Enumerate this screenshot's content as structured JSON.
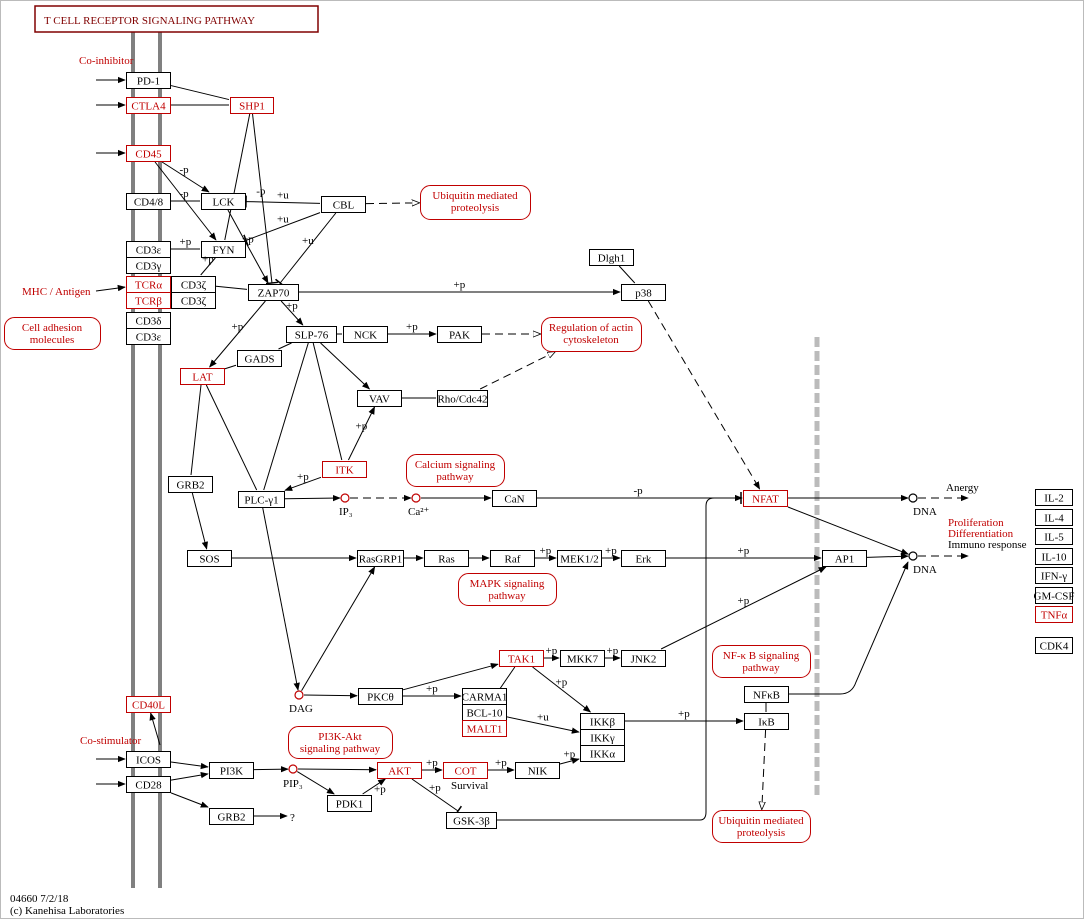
{
  "title": "T CELL RECEPTOR SIGNALING PATHWAY",
  "footer": {
    "id_date": "04660 7/2/18",
    "copyright": "(c) Kanehisa Laboratories"
  },
  "colors": {
    "highlight": "#c00000",
    "normal": "#000000",
    "membrane": "#808080"
  },
  "labels": {
    "co_inhibitor": "Co-inhibitor",
    "co_stimulator": "Co-stimulator",
    "mhc_antigen": "MHC / Antigen",
    "anergy": "Anergy",
    "proliferation": "Proliferation",
    "differentiation": "Differentiation",
    "immuno_response": "Immuno response",
    "survival": "Survival",
    "unknown": "?"
  },
  "nodes": [
    {
      "id": "pd1",
      "label": "PD-1",
      "highlighted": false
    },
    {
      "id": "ctla4",
      "label": "CTLA4",
      "highlighted": true
    },
    {
      "id": "shp1",
      "label": "SHP1",
      "highlighted": true
    },
    {
      "id": "cd45",
      "label": "CD45",
      "highlighted": true
    },
    {
      "id": "cd48",
      "label": "CD4/8",
      "highlighted": false
    },
    {
      "id": "lck",
      "label": "LCK",
      "highlighted": false
    },
    {
      "id": "cbl",
      "label": "CBL",
      "highlighted": false
    },
    {
      "id": "cd3e",
      "label": "CD3ε",
      "highlighted": false
    },
    {
      "id": "cd3g",
      "label": "CD3γ",
      "highlighted": false
    },
    {
      "id": "fyn",
      "label": "FYN",
      "highlighted": false
    },
    {
      "id": "tcra",
      "label": "TCRα",
      "highlighted": true
    },
    {
      "id": "tcrb",
      "label": "TCRβ",
      "highlighted": true
    },
    {
      "id": "cd3z1",
      "label": "CD3ζ",
      "highlighted": false
    },
    {
      "id": "cd3z2",
      "label": "CD3ζ",
      "highlighted": false
    },
    {
      "id": "zap70",
      "label": "ZAP70",
      "highlighted": false
    },
    {
      "id": "cd3d",
      "label": "CD3δ",
      "highlighted": false
    },
    {
      "id": "cd3e2",
      "label": "CD3ε",
      "highlighted": false
    },
    {
      "id": "dlgh1",
      "label": "Dlgh1",
      "highlighted": false
    },
    {
      "id": "p38",
      "label": "p38",
      "highlighted": false
    },
    {
      "id": "slp76",
      "label": "SLP-76",
      "highlighted": false
    },
    {
      "id": "nck",
      "label": "NCK",
      "highlighted": false
    },
    {
      "id": "pak",
      "label": "PAK",
      "highlighted": false
    },
    {
      "id": "gads",
      "label": "GADS",
      "highlighted": false
    },
    {
      "id": "lat",
      "label": "LAT",
      "highlighted": true
    },
    {
      "id": "vav",
      "label": "VAV",
      "highlighted": false
    },
    {
      "id": "rho",
      "label": "Rho/Cdc42",
      "highlighted": false
    },
    {
      "id": "itk",
      "label": "ITK",
      "highlighted": true
    },
    {
      "id": "grb2",
      "label": "GRB2",
      "highlighted": false
    },
    {
      "id": "plc",
      "label": "PLC-γ1",
      "highlighted": false
    },
    {
      "id": "can",
      "label": "CaN",
      "highlighted": false
    },
    {
      "id": "nfat",
      "label": "NFAT",
      "highlighted": true
    },
    {
      "id": "sos",
      "label": "SOS",
      "highlighted": false
    },
    {
      "id": "rasgrp1",
      "label": "RasGRP1",
      "highlighted": false
    },
    {
      "id": "ras",
      "label": "Ras",
      "highlighted": false
    },
    {
      "id": "raf",
      "label": "Raf",
      "highlighted": false
    },
    {
      "id": "mek",
      "label": "MEK1/2",
      "highlighted": false
    },
    {
      "id": "erk",
      "label": "Erk",
      "highlighted": false
    },
    {
      "id": "ap1",
      "label": "AP1",
      "highlighted": false
    },
    {
      "id": "tak1",
      "label": "TAK1",
      "highlighted": true
    },
    {
      "id": "mkk7",
      "label": "MKK7",
      "highlighted": false
    },
    {
      "id": "jnk2",
      "label": "JNK2",
      "highlighted": false
    },
    {
      "id": "nfkb",
      "label": "NFκB",
      "highlighted": false
    },
    {
      "id": "ikb",
      "label": "IκB",
      "highlighted": false
    },
    {
      "id": "pkct",
      "label": "PKCθ",
      "highlighted": false
    },
    {
      "id": "carma1",
      "label": "CARMA1",
      "highlighted": false
    },
    {
      "id": "bcl10",
      "label": "BCL-10",
      "highlighted": false
    },
    {
      "id": "malt1",
      "label": "MALT1",
      "highlighted": true
    },
    {
      "id": "ikkb",
      "label": "IKKβ",
      "highlighted": false
    },
    {
      "id": "ikkg",
      "label": "IKKγ",
      "highlighted": false
    },
    {
      "id": "ikka",
      "label": "IKKα",
      "highlighted": false
    },
    {
      "id": "cd40l",
      "label": "CD40L",
      "highlighted": true
    },
    {
      "id": "icos",
      "label": "ICOS",
      "highlighted": false
    },
    {
      "id": "cd28",
      "label": "CD28",
      "highlighted": false
    },
    {
      "id": "pi3k",
      "label": "PI3K",
      "highlighted": false
    },
    {
      "id": "akt",
      "label": "AKT",
      "highlighted": true
    },
    {
      "id": "cot",
      "label": "COT",
      "highlighted": true
    },
    {
      "id": "nik",
      "label": "NIK",
      "highlighted": false
    },
    {
      "id": "pdk1",
      "label": "PDK1",
      "highlighted": false
    },
    {
      "id": "grb2b",
      "label": "GRB2",
      "highlighted": false
    },
    {
      "id": "gsk3b",
      "label": "GSK-3β",
      "highlighted": false
    },
    {
      "id": "il2",
      "label": "IL-2",
      "highlighted": false
    },
    {
      "id": "il4",
      "label": "IL-4",
      "highlighted": false
    },
    {
      "id": "il5",
      "label": "IL-5",
      "highlighted": false
    },
    {
      "id": "il10",
      "label": "IL-10",
      "highlighted": false
    },
    {
      "id": "ifng",
      "label": "IFN-γ",
      "highlighted": false
    },
    {
      "id": "gmcsf",
      "label": "GM-CSF",
      "highlighted": false
    },
    {
      "id": "tnfa",
      "label": "TNFα",
      "highlighted": true
    },
    {
      "id": "cdk4",
      "label": "CDK4",
      "highlighted": false
    }
  ],
  "compounds": [
    {
      "id": "ip3",
      "label": "IP₃"
    },
    {
      "id": "ca",
      "label": "Ca²⁺"
    },
    {
      "id": "dag",
      "label": "DAG"
    },
    {
      "id": "pip3",
      "label": "PIP₃"
    },
    {
      "id": "dna1",
      "label": "DNA"
    },
    {
      "id": "dna2",
      "label": "DNA"
    }
  ],
  "maps": [
    {
      "id": "ubiq1",
      "lines": [
        "Ubiquitin mediated",
        "proteolysis"
      ]
    },
    {
      "id": "actin",
      "lines": [
        "Regulation of actin",
        "cytoskeleton"
      ]
    },
    {
      "id": "calcium",
      "lines": [
        "Calcium signaling",
        "pathway"
      ]
    },
    {
      "id": "mapk",
      "lines": [
        "MAPK signaling",
        "pathway"
      ]
    },
    {
      "id": "nfkbmap",
      "lines": [
        "NF-κ B signaling",
        "pathway"
      ]
    },
    {
      "id": "pi3kmap",
      "lines": [
        "PI3K-Akt",
        "signaling pathway"
      ]
    },
    {
      "id": "ubiq2",
      "lines": [
        "Ubiquitin mediated",
        "proteolysis"
      ]
    },
    {
      "id": "cam",
      "lines": [
        "Cell adhesion",
        "molecules"
      ]
    }
  ],
  "edges": [
    {
      "from": "in_pd1",
      "to": "pd1",
      "type": "arrow",
      "label": ""
    },
    {
      "from": "in_ctla4",
      "to": "ctla4",
      "type": "arrow",
      "label": ""
    },
    {
      "from": "in_cd45",
      "to": "cd45",
      "type": "arrow",
      "label": ""
    },
    {
      "from": "in_mhc",
      "to": "tcra",
      "type": "arrow",
      "label": ""
    },
    {
      "from": "in_icos",
      "to": "icos",
      "type": "arrow",
      "label": ""
    },
    {
      "from": "in_cd28",
      "to": "cd28",
      "type": "arrow",
      "label": ""
    },
    {
      "from": "pd1",
      "to": "shp1",
      "type": "line",
      "label": ""
    },
    {
      "from": "ctla4",
      "to": "shp1",
      "type": "line",
      "label": ""
    },
    {
      "from": "shp1",
      "to": "fyn",
      "type": "line",
      "label": ""
    },
    {
      "from": "shp1",
      "to": "zap70",
      "type": "inhibit",
      "label": "-p"
    },
    {
      "from": "cd45",
      "to": "lck",
      "type": "arrow",
      "label": "-p"
    },
    {
      "from": "cd45",
      "to": "fyn",
      "type": "arrow",
      "label": "-p"
    },
    {
      "from": "cd48",
      "to": "lck",
      "type": "line",
      "label": ""
    },
    {
      "from": "cbl",
      "to": "lck",
      "type": "inhibit",
      "label": "+u"
    },
    {
      "from": "cbl",
      "to": "fyn",
      "type": "inhibit",
      "label": "+u"
    },
    {
      "from": "cbl",
      "to": "zap70",
      "type": "inhibit",
      "label": "+u"
    },
    {
      "from": "cbl",
      "to": "ubiq1",
      "type": "dashed",
      "label": ""
    },
    {
      "from": "lck",
      "to": "zap70",
      "type": "arrow",
      "label": "+p"
    },
    {
      "from": "cd3e",
      "to": "fyn",
      "type": "line",
      "label": "+p"
    },
    {
      "from": "fyn",
      "to": "cd3z1",
      "type": "line",
      "label": "+p"
    },
    {
      "from": "cd3z1",
      "to": "zap70",
      "type": "line",
      "label": ""
    },
    {
      "from": "zap70",
      "to": "p38",
      "type": "arrow",
      "label": "+p"
    },
    {
      "from": "zap70",
      "to": "slp76",
      "type": "arrow",
      "label": "+p"
    },
    {
      "from": "zap70",
      "to": "lat",
      "type": "arrow",
      "label": "+p"
    },
    {
      "from": "dlgh1",
      "to": "p38",
      "type": "line",
      "label": ""
    },
    {
      "from": "p38",
      "to": "nfat",
      "type": "dashedfill",
      "label": ""
    },
    {
      "from": "slp76",
      "to": "nck",
      "type": "line",
      "label": ""
    },
    {
      "from": "nck",
      "to": "pak",
      "type": "arrow",
      "label": "+p"
    },
    {
      "from": "pak",
      "to": "actin",
      "type": "dashed",
      "label": ""
    },
    {
      "from": "slp76",
      "to": "gads",
      "type": "line",
      "label": ""
    },
    {
      "from": "gads",
      "to": "lat",
      "type": "line",
      "label": ""
    },
    {
      "from": "slp76",
      "to": "vav",
      "type": "arrow",
      "label": ""
    },
    {
      "from": "vav",
      "to": "rho",
      "type": "line",
      "label": ""
    },
    {
      "from": "rho",
      "to": "actin",
      "type": "dashed",
      "label": ""
    },
    {
      "from": "itk",
      "to": "vav",
      "type": "arrow",
      "label": "+p"
    },
    {
      "from": "slp76",
      "to": "itk",
      "type": "line",
      "label": ""
    },
    {
      "from": "itk",
      "to": "plc",
      "type": "arrow",
      "label": "+p"
    },
    {
      "from": "slp76",
      "to": "plc",
      "type": "line",
      "label": ""
    },
    {
      "from": "lat",
      "to": "plc",
      "type": "line",
      "label": ""
    },
    {
      "from": "lat",
      "to": "grb2",
      "type": "line",
      "label": ""
    },
    {
      "from": "grb2",
      "to": "sos",
      "type": "arrow",
      "label": ""
    },
    {
      "from": "plc",
      "to": "ip3",
      "type": "arrow",
      "label": ""
    },
    {
      "from": "ip3",
      "to": "ca",
      "type": "dashedfill",
      "label": ""
    },
    {
      "from": "ca",
      "to": "can",
      "type": "arrow",
      "label": ""
    },
    {
      "from": "can",
      "to": "nfat",
      "type": "arrow",
      "label": "-p"
    },
    {
      "from": "plc",
      "to": "dag",
      "type": "arrow",
      "label": ""
    },
    {
      "from": "dag",
      "to": "rasgrp1",
      "type": "arrow",
      "label": ""
    },
    {
      "from": "sos",
      "to": "rasgrp1",
      "type": "arrow",
      "label": ""
    },
    {
      "from": "rasgrp1",
      "to": "ras",
      "type": "arrow",
      "label": ""
    },
    {
      "from": "ras",
      "to": "raf",
      "type": "arrow",
      "label": ""
    },
    {
      "from": "raf",
      "to": "mek",
      "type": "arrow",
      "label": "+p"
    },
    {
      "from": "mek",
      "to": "erk",
      "type": "arrow",
      "label": "+p"
    },
    {
      "from": "erk",
      "to": "ap1",
      "type": "arrow",
      "label": "+p"
    },
    {
      "from": "jnk2",
      "to": "ap1",
      "type": "arrow",
      "label": "+p"
    },
    {
      "from": "nfat",
      "to": "dna1",
      "type": "arrow",
      "label": ""
    },
    {
      "from": "nfat",
      "to": "dna2",
      "type": "arrow",
      "label": ""
    },
    {
      "from": "ap1",
      "to": "dna2",
      "type": "arrow",
      "label": ""
    },
    {
      "from": "dna1",
      "to": "anergy_pt",
      "type": "dashedfill",
      "label": ""
    },
    {
      "from": "dna2",
      "to": "resp_pt",
      "type": "dashedfill",
      "label": ""
    },
    {
      "from": "dag",
      "to": "pkct",
      "type": "arrow",
      "label": ""
    },
    {
      "from": "pkct",
      "to": "tak1",
      "type": "arrow",
      "label": ""
    },
    {
      "from": "pkct",
      "to": "carma1",
      "type": "arrow",
      "label": "+p"
    },
    {
      "from": "tak1",
      "to": "mkk7",
      "type": "arrow",
      "label": "+p"
    },
    {
      "from": "mkk7",
      "to": "jnk2",
      "type": "arrow",
      "label": "+p"
    },
    {
      "from": "tak1",
      "to": "ikkb",
      "type": "arrow",
      "label": "+p"
    },
    {
      "from": "tak1",
      "to": "bcl10",
      "type": "line",
      "label": ""
    },
    {
      "from": "bcl10",
      "to": "ikkg",
      "type": "arrow",
      "label": "+u"
    },
    {
      "from": "ikkb",
      "to": "ikb",
      "type": "arrow",
      "label": "+p"
    },
    {
      "from": "nfkb",
      "to": "ikb",
      "type": "line",
      "label": ""
    },
    {
      "from": "ikb",
      "to": "ubiq2",
      "type": "dashed",
      "label": ""
    },
    {
      "from": "cd40l_src",
      "to": "cd40l",
      "type": "arrow",
      "label": ""
    },
    {
      "from": "icos",
      "to": "pi3k",
      "type": "arrow",
      "label": ""
    },
    {
      "from": "cd28",
      "to": "pi3k",
      "type": "arrow",
      "label": ""
    },
    {
      "from": "cd28",
      "to": "grb2b",
      "type": "arrow",
      "label": ""
    },
    {
      "from": "grb2b",
      "to": "q_pt",
      "type": "arrow",
      "label": ""
    },
    {
      "from": "pi3k",
      "to": "pip3",
      "type": "arrow",
      "label": ""
    },
    {
      "from": "pip3",
      "to": "akt",
      "type": "arrow",
      "label": ""
    },
    {
      "from": "pip3",
      "to": "pdk1",
      "type": "arrow",
      "label": ""
    },
    {
      "from": "pdk1",
      "to": "akt",
      "type": "arrow",
      "label": "+p"
    },
    {
      "from": "akt",
      "to": "cot",
      "type": "arrow",
      "label": "+p"
    },
    {
      "from": "cot",
      "to": "nik",
      "type": "arrow",
      "label": "+p"
    },
    {
      "from": "nik",
      "to": "ikka",
      "type": "arrow",
      "label": "+p"
    },
    {
      "from": "akt",
      "to": "gsk3b",
      "type": "inhibit",
      "label": "+p"
    }
  ]
}
